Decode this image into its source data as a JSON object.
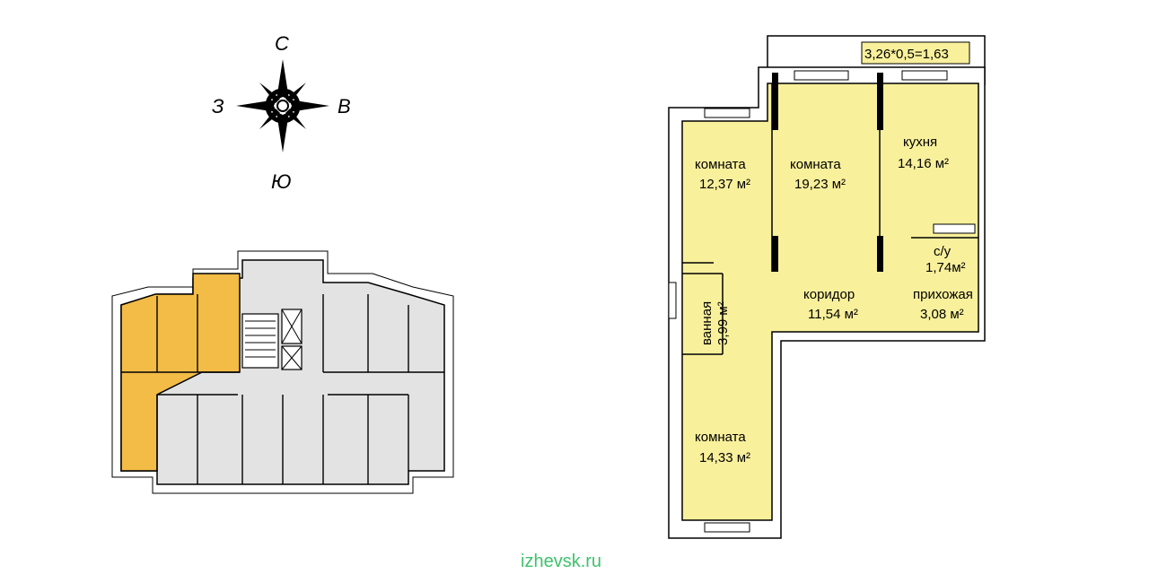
{
  "compass": {
    "north": "С",
    "south": "Ю",
    "west": "З",
    "east": "В"
  },
  "balcony": {
    "formula": "3,26*0,5=1,63"
  },
  "rooms": [
    {
      "name": "комната",
      "area": "12,37 м²"
    },
    {
      "name": "комната",
      "area": "19,23 м²"
    },
    {
      "name": "кухня",
      "area": "14,16 м²"
    },
    {
      "name": "с/у",
      "area": "1,74м²"
    },
    {
      "name": "ванная",
      "area": "3,99 м²"
    },
    {
      "name": "коридор",
      "area": "11,54 м²"
    },
    {
      "name": "прихожая",
      "area": "3,08 м²"
    },
    {
      "name": "комната",
      "area": "14,33 м²"
    }
  ],
  "watermark": "izhevsk.ru",
  "colors": {
    "apartment_fill": "#f9f09c",
    "highlight_fill": "#f3bc47",
    "other_fill": "#e3e3e3",
    "watermark": "#3ec36b"
  }
}
